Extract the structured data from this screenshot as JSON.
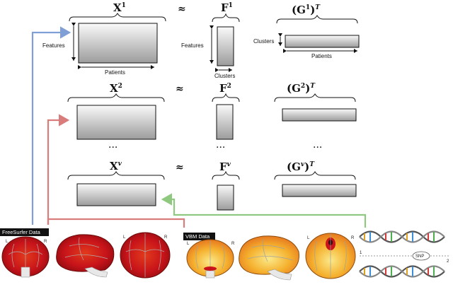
{
  "rows": [
    {
      "x_base": "X",
      "x_sup": "1",
      "f_base": "F",
      "f_sup": "1",
      "g_base": "(G",
      "g_sup": "1",
      "g_close": ")",
      "g_T": "T"
    },
    {
      "x_base": "X",
      "x_sup": "2",
      "f_base": "F",
      "f_sup": "2",
      "g_base": "(G",
      "g_sup": "2",
      "g_close": ")",
      "g_T": "T"
    },
    {
      "x_base": "X",
      "x_sup": "v",
      "f_base": "F",
      "f_sup": "v",
      "g_base": "(G",
      "g_sup": "v",
      "g_close": ")",
      "g_T": "T"
    }
  ],
  "approx_symbol": "≈",
  "ellipsis": "···",
  "labels": {
    "features_x": "Features",
    "patients_x": "Patients",
    "features_f": "Features",
    "clusters_f": "Clusters",
    "clusters_g": "Clusters",
    "patients_g": "Patients"
  },
  "sources": {
    "freesurfer_label": "FreeSurfer Data",
    "vbm_label": "VBM Data",
    "snp_label": "SNP",
    "brain_left": "L",
    "brain_right": "R",
    "dna_one": "1",
    "dna_two": "2"
  },
  "colors": {
    "arrow_blue": "#7f9fd6",
    "arrow_red": "#d87c7c",
    "arrow_green": "#8fc97f",
    "brain_red": "#c8141a",
    "brain_orange": "#f08a1c",
    "brain_yellow": "#f8d84a"
  }
}
